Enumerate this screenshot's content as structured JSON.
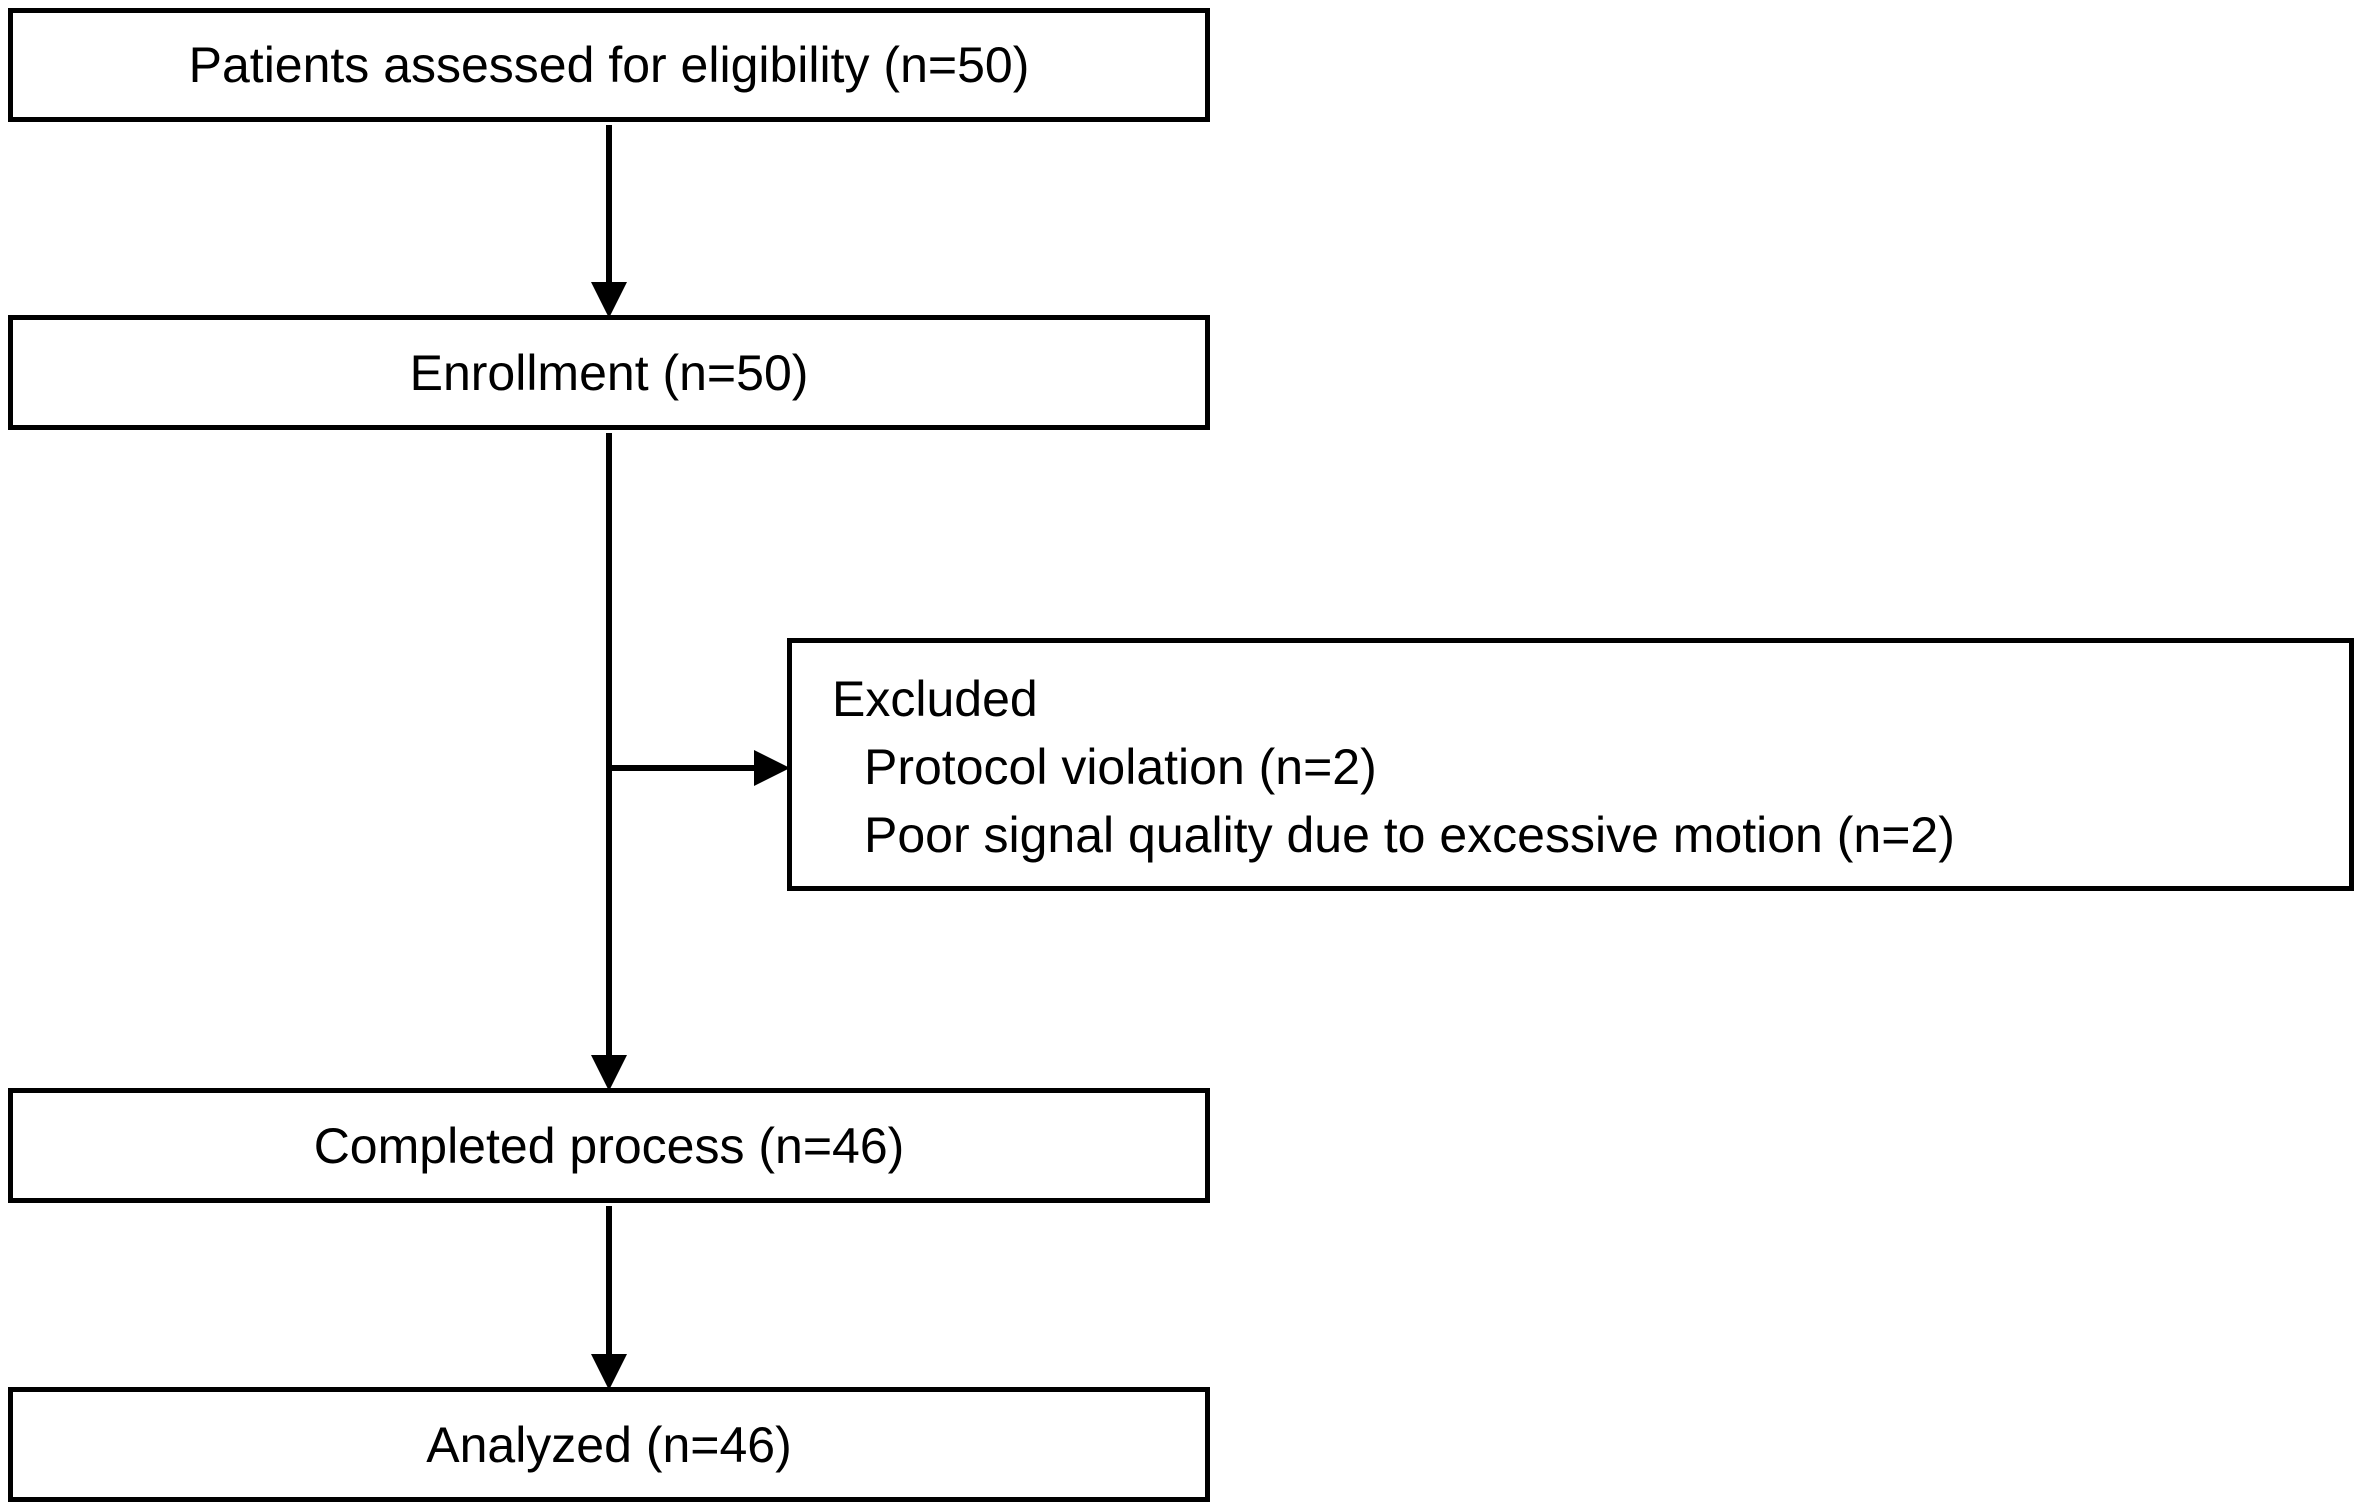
{
  "flowchart": {
    "eligibility": {
      "label": "Patients assessed for eligibility (n=50)"
    },
    "enrollment": {
      "label": "Enrollment (n=50)"
    },
    "excluded": {
      "title": "Excluded",
      "reasons": [
        "Protocol violation (n=2)",
        "Poor signal quality due to excessive motion (n=2)"
      ]
    },
    "completed": {
      "label": "Completed process (n=46)"
    },
    "analyzed": {
      "label": "Analyzed (n=46)"
    }
  },
  "colors": {
    "stroke": "#000000",
    "background": "#ffffff"
  }
}
